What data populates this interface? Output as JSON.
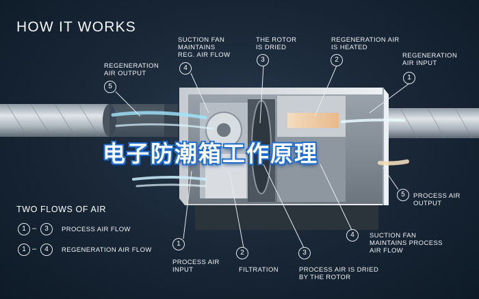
{
  "header": {
    "title": "HOW IT WORKS"
  },
  "banner": {
    "text": "电子防潮箱工作原理"
  },
  "labels": {
    "regen_output": {
      "num": "5",
      "text": "REGENERATION\nAIR OUTPUT"
    },
    "suction_regen": {
      "num": "4",
      "text": "SUCTION FAN\nMAINTAINS\nREG. AIR FLOW"
    },
    "rotor_dried": {
      "num": "3",
      "text": "THE ROTOR\nIS DRIED"
    },
    "regen_heated": {
      "num": "2",
      "text": "REGENERATION AIR\nIS HEATED"
    },
    "regen_input": {
      "num": "1",
      "text": "REGENERATION\nAIR INPUT"
    },
    "process_output": {
      "num": "5",
      "text": "PROCESS AIR\nOUTPUT"
    },
    "suction_process": {
      "num": "4",
      "text": "SUCTION FAN\nMAINTAINS PROCESS\nAIR FLOW"
    },
    "process_input": {
      "num": "1",
      "text": "PROCESS AIR\nINPUT"
    },
    "filtration": {
      "num": "2",
      "text": "FILTRATION"
    },
    "process_dried": {
      "num": "3",
      "text": "PROCESS AIR IS DRIED\nBY THE ROTOR"
    }
  },
  "legend": {
    "title": "TWO FLOWS OF AIR",
    "rows": [
      {
        "from": "1",
        "to": "3",
        "label": "PROCESS AIR FLOW"
      },
      {
        "from": "1",
        "to": "4",
        "label": "REGENERATION AIR FLOW"
      }
    ],
    "dash": "–"
  },
  "colors": {
    "background": "#1a2838",
    "accent": "#1e6fd0",
    "text": "#f2f4f6"
  }
}
